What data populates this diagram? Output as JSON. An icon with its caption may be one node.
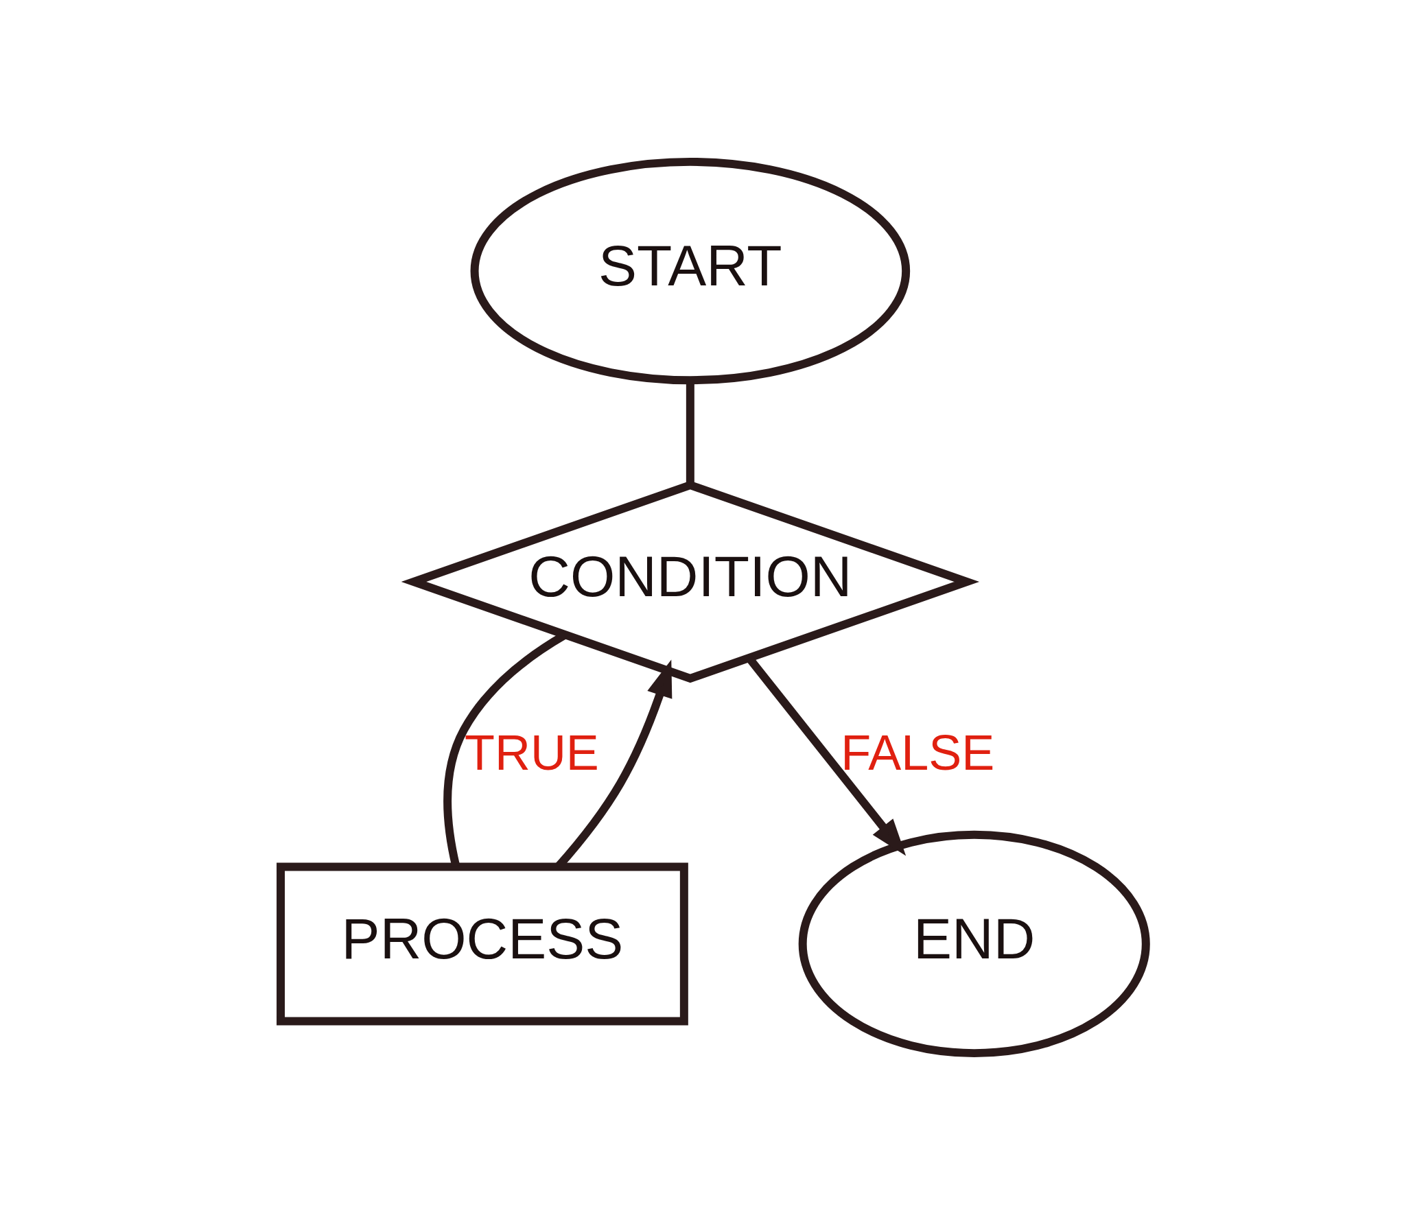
{
  "diagram": {
    "nodes": [
      {
        "text": [
          "START"
        ]
      },
      {
        "text": [
          "CONDITION"
        ]
      },
      {
        "text": [
          "PROCESS"
        ]
      },
      {
        "text": [
          "END"
        ]
      }
    ],
    "edges": [
      {
        "from": 0,
        "to": 1,
        "arrow": "none"
      },
      {
        "from": 1,
        "to": 2,
        "arrow": "none",
        "label": "TRUE"
      },
      {
        "from": 1,
        "to": 3,
        "arrow": "to",
        "label": "FALSE"
      },
      {
        "from": 2,
        "to": 1,
        "arrow": "to"
      }
    ]
  }
}
